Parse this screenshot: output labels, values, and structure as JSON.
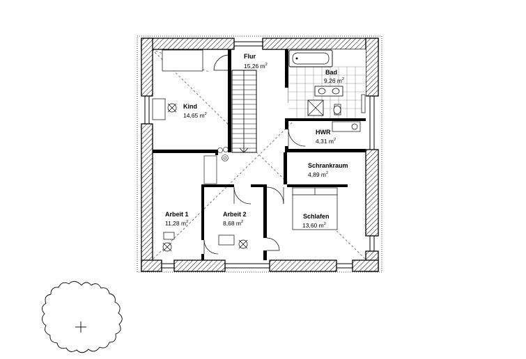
{
  "rooms": {
    "flur": {
      "name": "Flur",
      "area": "15,26 m",
      "unit_sup": "2"
    },
    "bad": {
      "name": "Bad",
      "area": "9,26 m",
      "unit_sup": "2"
    },
    "kind": {
      "name": "Kind",
      "area": "14,65 m",
      "unit_sup": "2"
    },
    "hwr": {
      "name": "HWR",
      "area": "4,31 m",
      "unit_sup": "2"
    },
    "schrankraum": {
      "name": "Schrankraum",
      "area": "4,89 m",
      "unit_sup": "2"
    },
    "arbeit1": {
      "name": "Arbeit 1",
      "area": "11,28 m",
      "unit_sup": "2"
    },
    "arbeit2": {
      "name": "Arbeit 2",
      "area": "8,68 m",
      "unit_sup": "2"
    },
    "schlafen": {
      "name": "Schlafen",
      "area": "13,60 m",
      "unit_sup": "2"
    }
  }
}
